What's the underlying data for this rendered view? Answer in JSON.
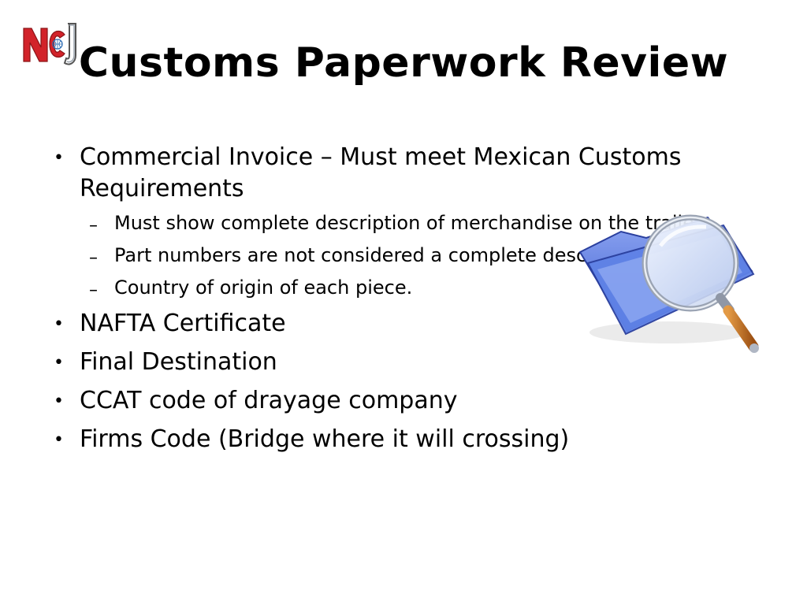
{
  "logo": {
    "letters": "NCJ",
    "icon": "company-logo"
  },
  "title": "Customs Paperwork Review",
  "bullets": [
    {
      "text": "Commercial Invoice – Must meet Mexican Customs Requirements",
      "sub": [
        "Must show complete description of merchandise on the trailer.",
        "Part numbers are not considered a complete description.",
        "Country of origin of each piece."
      ]
    },
    {
      "text": "NAFTA Certificate"
    },
    {
      "text": "Final Destination"
    },
    {
      "text": "CCAT code of drayage company"
    },
    {
      "text": "Firms Code (Bridge where it will crossing)"
    }
  ],
  "clipart": {
    "icon": "folder-magnifying-glass-icon"
  },
  "colors": {
    "logo_red": "#d2232a",
    "logo_blue": "#2e6db4",
    "folder_blue": "#4a6fd8",
    "handle_orange": "#c8711f"
  }
}
